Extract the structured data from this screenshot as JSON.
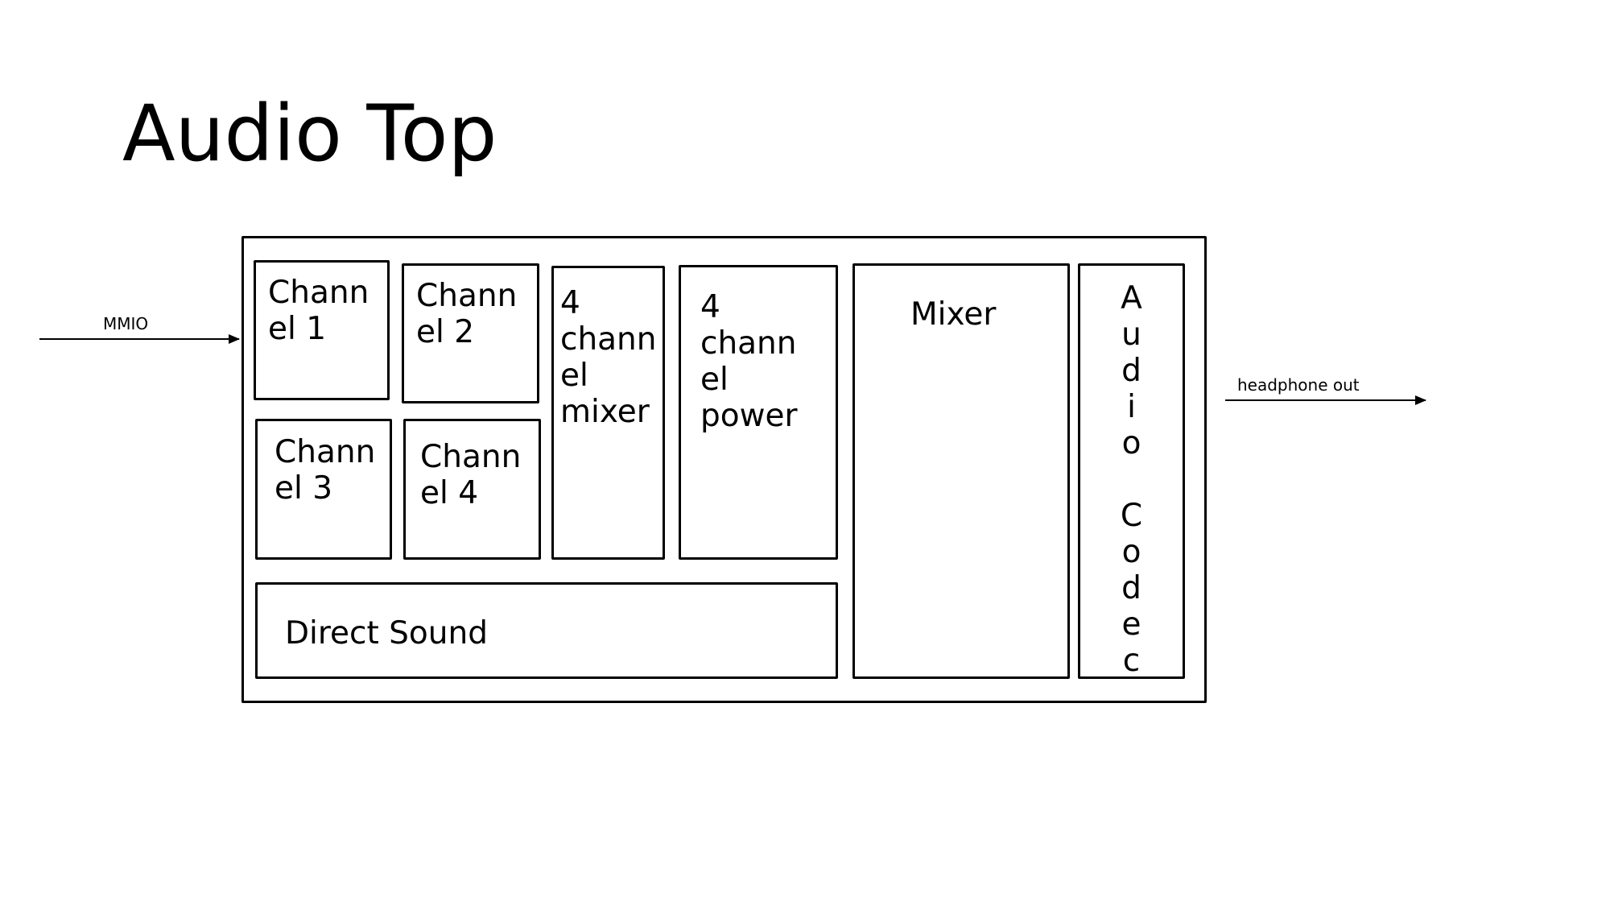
{
  "title": "Audio Top",
  "input_label": "MMIO",
  "output_label": "headphone out",
  "blocks": {
    "channel1": "Chann\nel 1",
    "channel2": "Chann\nel 2",
    "channel3": "Chann\nel 3",
    "channel4": "Chann\nel 4",
    "channel_mixer": "4\nchann\nel\nmixer",
    "channel_power": "4\nchann\nel\npower",
    "mixer": "Mixer",
    "audio_codec": "A\nu\nd\ni\no\n\nC\no\nd\ne\nc",
    "direct_sound": "Direct Sound"
  }
}
